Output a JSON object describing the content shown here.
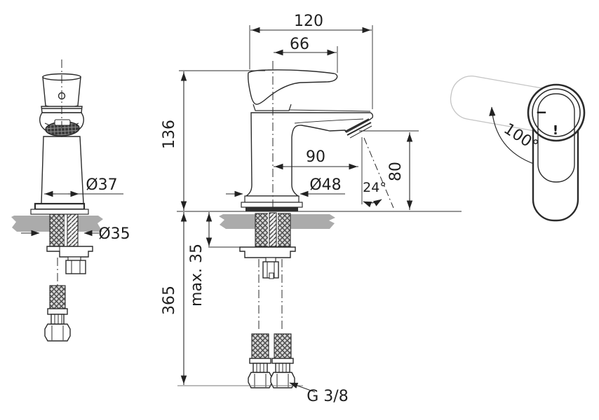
{
  "colors": {
    "line": "#2b2b2b",
    "counter_fill": "#ababab",
    "ghost_line": "#c4c4c4",
    "dark_fill": "#2e2e2e"
  },
  "dimensions": {
    "overall_width": "120",
    "handle_reach": "66",
    "height_to_top": "136",
    "spout_reach": "90",
    "base_diameter": "Ø48",
    "stream_angle": "24°",
    "outlet_height": "80",
    "body_diameter": "Ø37",
    "hole_diameter": "Ø35",
    "counter_max_thickness": "max. 35",
    "hose_length": "365",
    "thread_size": "G 3/8",
    "handle_swivel_angle": "100°"
  },
  "handle_marks": {
    "cold": "−",
    "hot": "!"
  }
}
